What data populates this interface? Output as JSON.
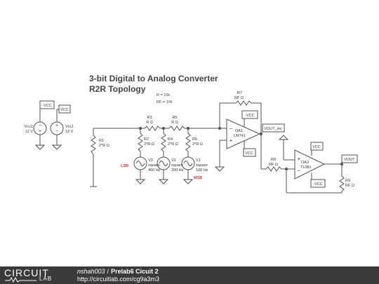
{
  "title": "3-bit Digital to Analog Converter",
  "subtitle": "R2R Topology",
  "params": {
    "r": "R = 10k",
    "rf": "RF = 10k"
  },
  "supplies": {
    "vcc2": {
      "name": "Vcc2",
      "value": "12 V"
    },
    "vcc1": {
      "name": "Vcc1",
      "value": "12 V"
    },
    "neg_tag": "-VCC",
    "pos_tag": "VCC"
  },
  "resistors": {
    "r1": {
      "name": "R1",
      "value": "2*R Ω"
    },
    "r2": {
      "name": "R2",
      "value": "2*R Ω"
    },
    "r3": {
      "name": "R3",
      "value": "R Ω"
    },
    "r4": {
      "name": "R4",
      "value": "2*R Ω"
    },
    "r5": {
      "name": "R5",
      "value": "R Ω"
    },
    "r6": {
      "name": "R6",
      "value": "2*R Ω"
    },
    "r7": {
      "name": "R7",
      "value": "RF Ω"
    },
    "r8": {
      "name": "R8",
      "value": "RF Ω"
    },
    "r9": {
      "name": "R9",
      "value": "RF Ω"
    }
  },
  "sources": {
    "v3": {
      "name": "V3",
      "type": "square",
      "freq": "400 Hz"
    },
    "v2": {
      "name": "V2",
      "type": "square",
      "freq": "200 Hz"
    },
    "v1": {
      "name": "V1",
      "type": "square",
      "freq": "100 Hz"
    }
  },
  "bits": {
    "lsb": "LSB",
    "msb": "MSB"
  },
  "opamps": {
    "oa1": {
      "name": "OA1",
      "model": "LM741"
    },
    "oa3": {
      "name": "OA3",
      "model": "TL081"
    }
  },
  "tags": {
    "oa1_neg": "-VCC",
    "oa1_pos": "VCC",
    "oa3_pos": "VCC",
    "oa3_neg": "-VCC",
    "vout_inv": "VOUT_inv",
    "vout": "VOUT"
  },
  "pin_signs": {
    "minus": "−",
    "plus": "+"
  },
  "footer": {
    "logo_top": "CIRCUIT",
    "logo_bottom": "LAB",
    "user": "nshah003",
    "separator": "/",
    "project": "Prelab6 Cicuit 2",
    "url": "http://circuitlab.com/cg9a3m3"
  },
  "colors": {
    "wire": "#505050",
    "bit_label": "#e53935",
    "footer_bg": "#3a3a3a"
  }
}
